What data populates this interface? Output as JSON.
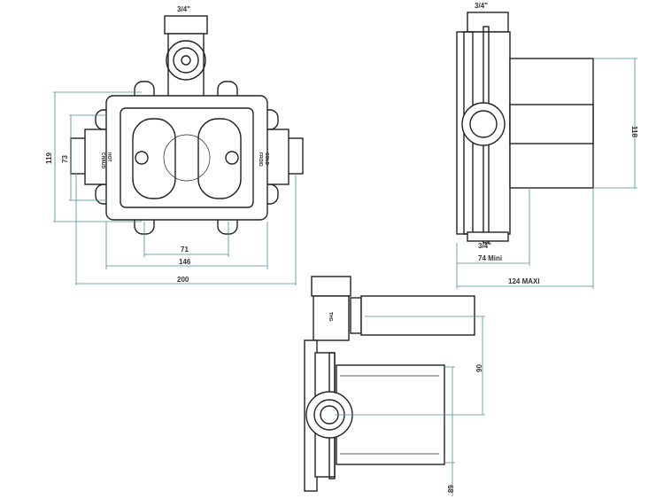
{
  "front_view": {
    "inlet_top": "3/4\"",
    "dim_height_outer": "119",
    "dim_height_inner": "73",
    "dim_width_inner": "71",
    "dim_width_mid": "146",
    "dim_width_outer": "200",
    "label_hot": [
      "CHAUD",
      "HOT"
    ],
    "label_cold": [
      "FROID",
      "COLD"
    ]
  },
  "side_view": {
    "inlet_top": "3/4\"",
    "inlet_bottom": "3/4\"",
    "dim_height": "118",
    "dim_depth_min": "74 Mini",
    "dim_depth_max": "124 MAXI"
  },
  "bottom_view": {
    "brand_mark": "THG",
    "dim_offset": "90",
    "dim_height": "89"
  },
  "colors": {
    "dimension": "#4a9090",
    "line": "#222222"
  }
}
